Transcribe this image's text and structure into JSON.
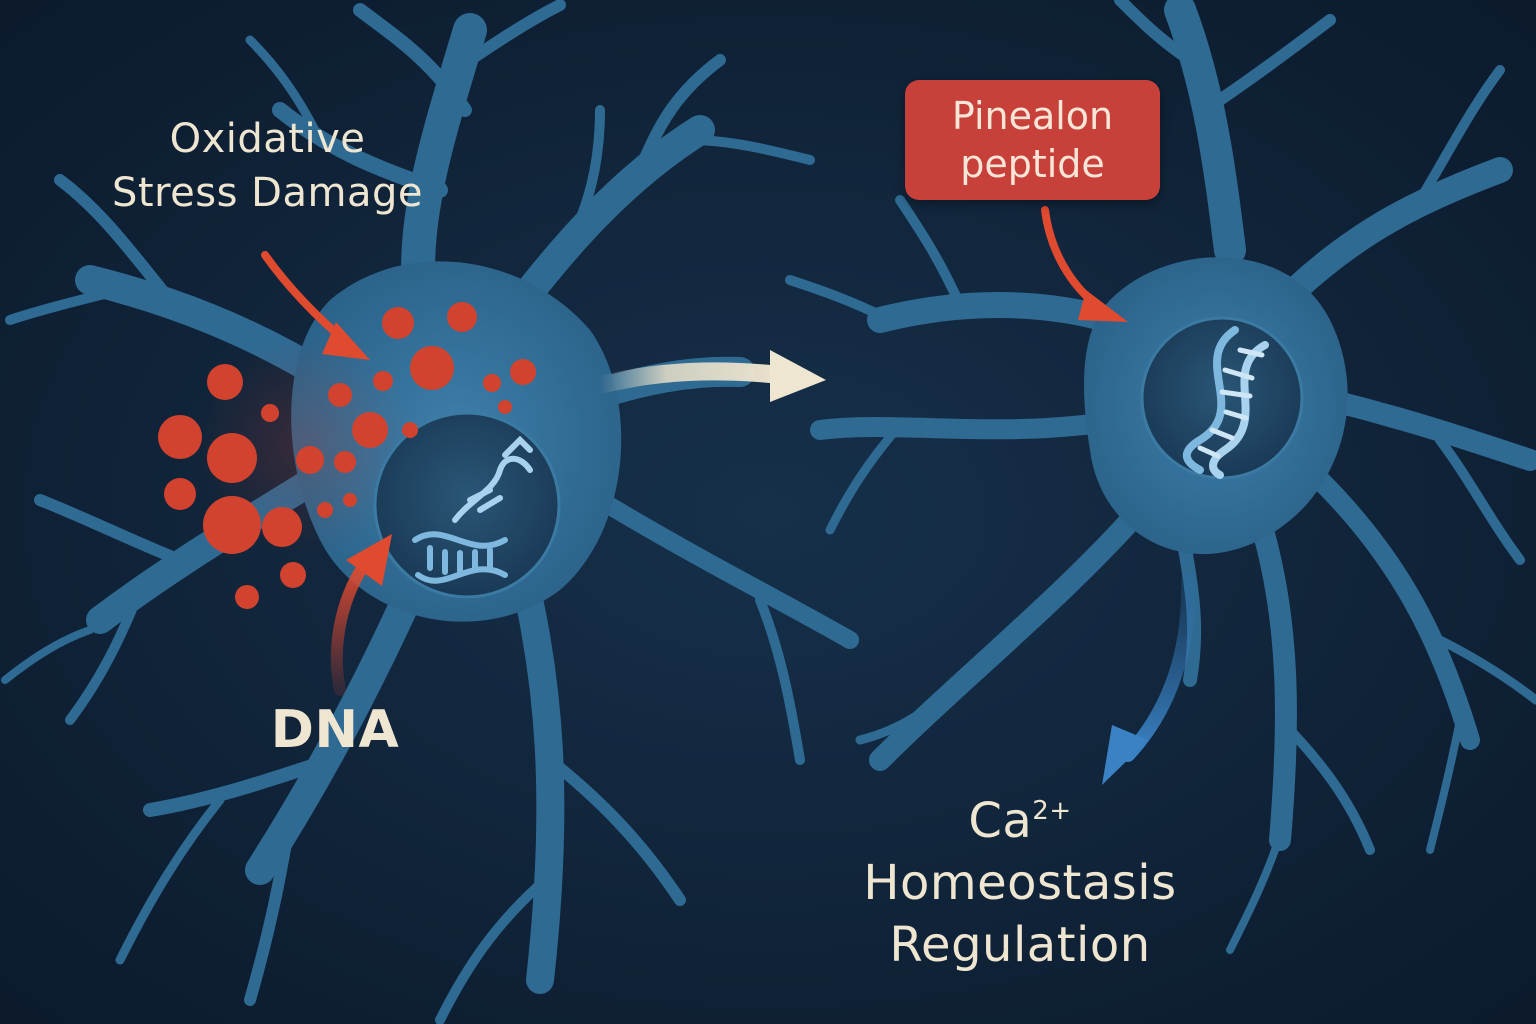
{
  "labels": {
    "oxidative_stress": [
      "Oxidative",
      "Stress Damage"
    ],
    "dna": "DNA",
    "pinealon": [
      "Pinealon",
      "peptide"
    ],
    "calcium": {
      "ion": "Ca",
      "charge": "2+",
      "lines": [
        "Homeostasis",
        "Regulation"
      ]
    }
  },
  "colors": {
    "background": "#0f1f33",
    "neuron": "#2f6a93",
    "damage": "#d2432f",
    "label_text": "#efe6d2",
    "peptide_box": "#c7403a",
    "progress_arrow": "#e9e0c8",
    "calcium_arrow": "#3a82c4"
  },
  "icons": {
    "damaged_dna": "dna-damaged-icon",
    "healthy_dna": "dna-helix-icon"
  }
}
